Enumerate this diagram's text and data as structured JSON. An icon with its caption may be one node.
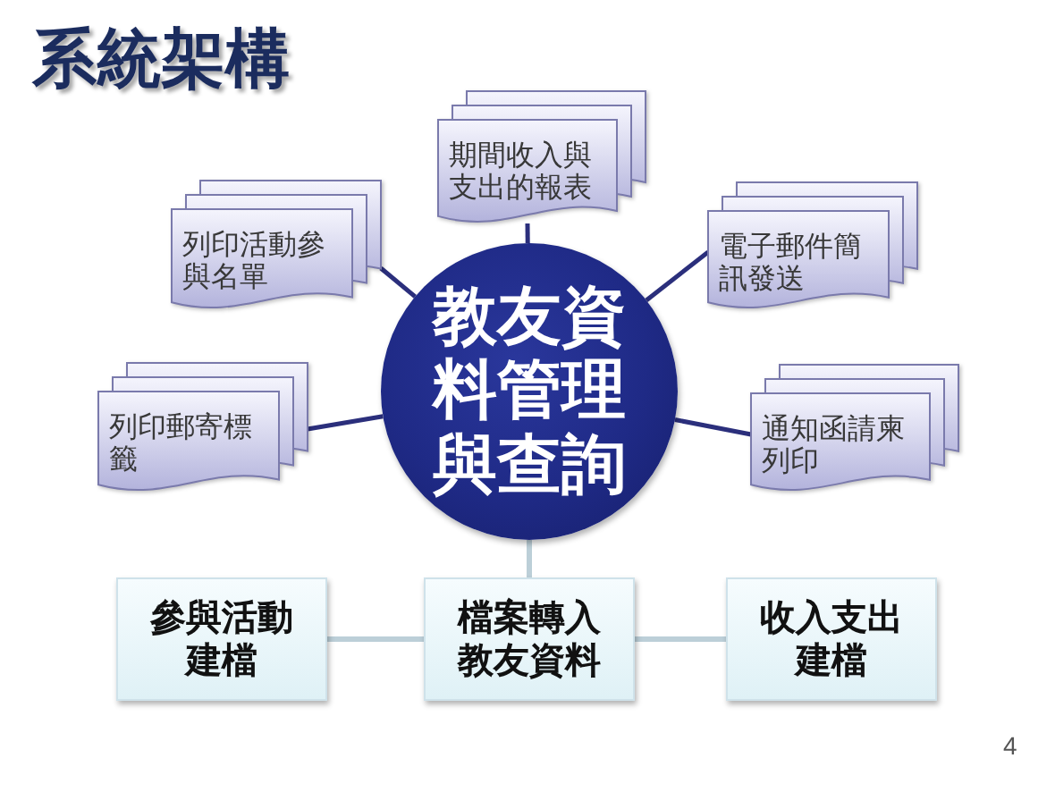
{
  "diagram": {
    "title": "系統架構",
    "nodes": [
      {
        "text": [
          "期間收入與支出的報表"
        ]
      },
      {
        "text": [
          "列印活動參與名單"
        ]
      },
      {
        "text": [
          "電子郵件簡訊發送"
        ]
      },
      {
        "text": [
          "教友資料管理與查詢"
        ]
      },
      {
        "text": [
          "列印郵寄標籤"
        ]
      },
      {
        "text": [
          "通知函請柬列印"
        ]
      },
      {
        "text": [
          "參與活動建檔"
        ]
      },
      {
        "text": [
          "檔案轉入教友資料"
        ]
      },
      {
        "text": [
          "收入支出建檔"
        ]
      }
    ],
    "edges": [
      {
        "from": 3,
        "to": 0,
        "arrow": "none"
      },
      {
        "from": 3,
        "to": 1,
        "arrow": "none"
      },
      {
        "from": 3,
        "to": 2,
        "arrow": "none"
      },
      {
        "from": 3,
        "to": 4,
        "arrow": "none"
      },
      {
        "from": 3,
        "to": 5,
        "arrow": "none"
      },
      {
        "from": 3,
        "to": 7,
        "arrow": "none",
        "color": "#bccfd8"
      },
      {
        "from": 6,
        "to": 7,
        "arrow": "none",
        "color": "#bccfd8"
      },
      {
        "from": 7,
        "to": 8,
        "arrow": "none",
        "color": "#bccfd8"
      }
    ],
    "labels": [
      "4"
    ]
  }
}
